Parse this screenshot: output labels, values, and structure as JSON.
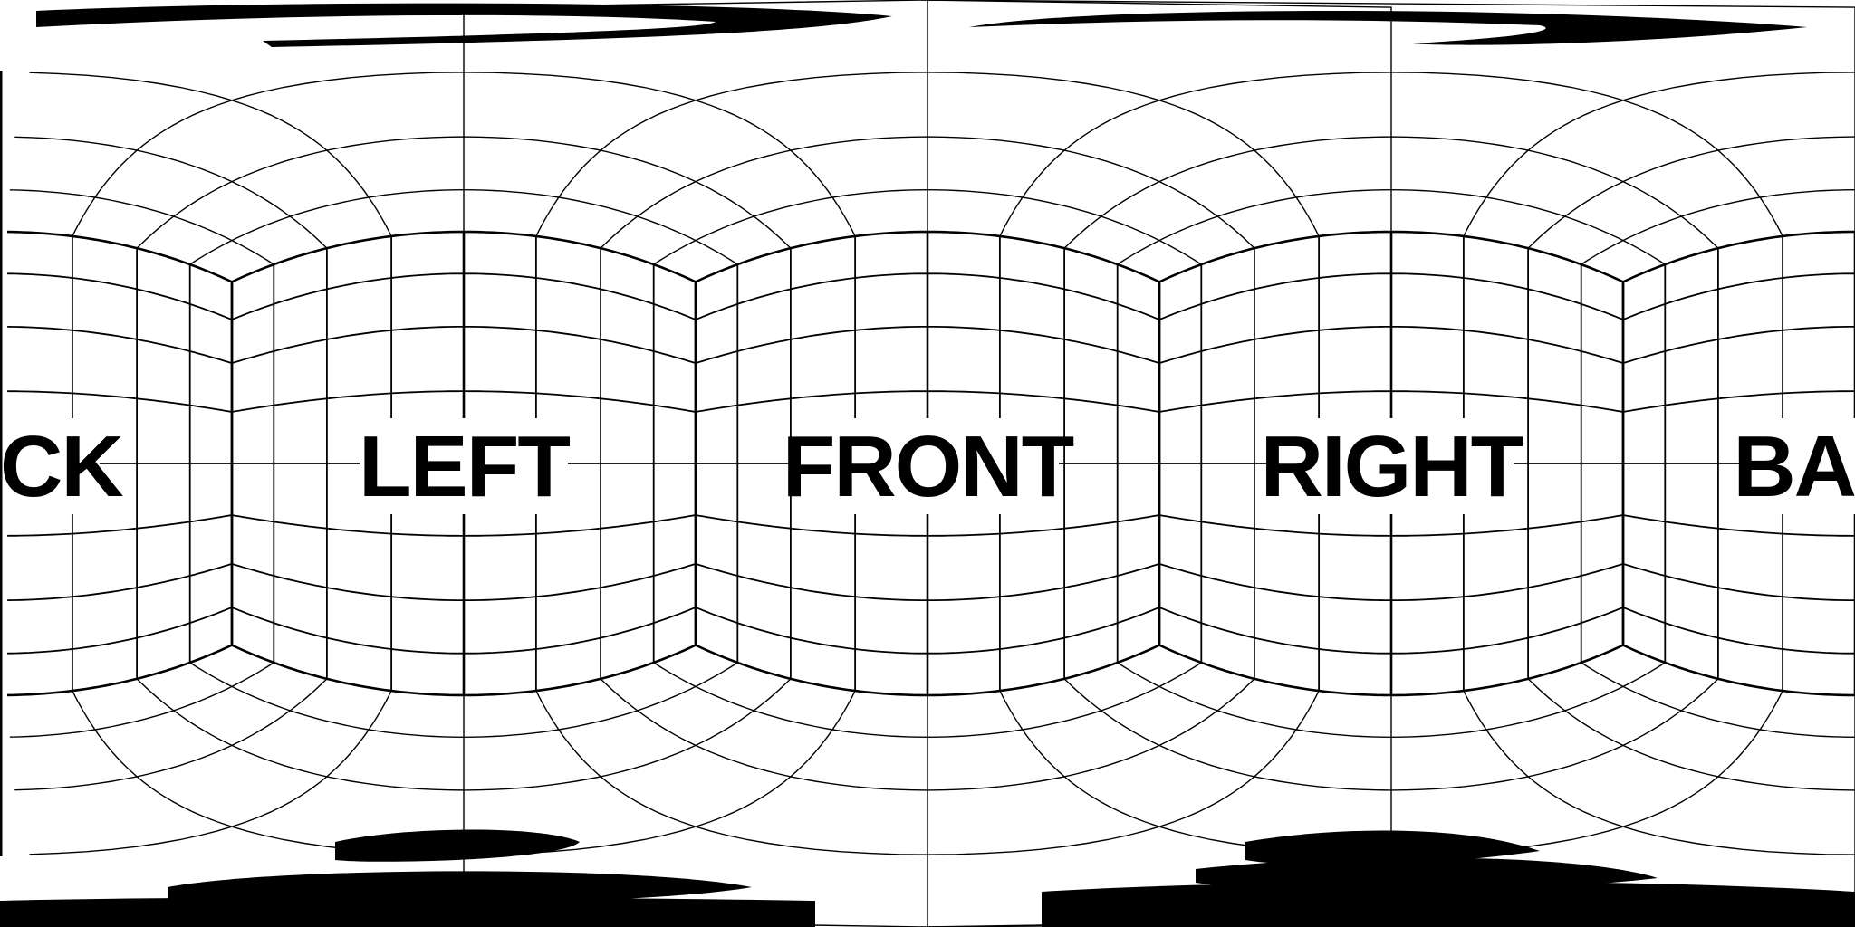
{
  "image": {
    "kind": "equirectangular cube-face grid test pattern",
    "background_color": "#ffffff",
    "line_color": "#000000"
  },
  "faces": {
    "labels": [
      {
        "id": "back_left_edge",
        "text": "CK"
      },
      {
        "id": "left",
        "text": "LEFT"
      },
      {
        "id": "front",
        "text": "FRONT"
      },
      {
        "id": "right",
        "text": "RIGHT"
      },
      {
        "id": "back_right_edge",
        "text": "BA"
      }
    ]
  }
}
